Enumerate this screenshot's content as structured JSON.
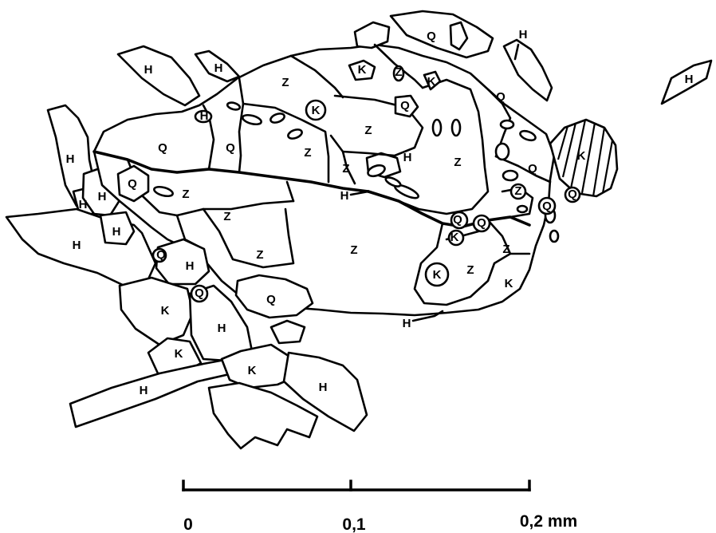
{
  "mineral_labels": {
    "hornblende": "H",
    "quartz": "Q",
    "zircon": "Z",
    "kfeldspar": "K"
  },
  "scale_bar": {
    "tick_0": "0",
    "tick_1": "0,1",
    "tick_2": "0,2 mm"
  },
  "colors": {
    "ink": "#000000",
    "paper": "#ffffff"
  }
}
